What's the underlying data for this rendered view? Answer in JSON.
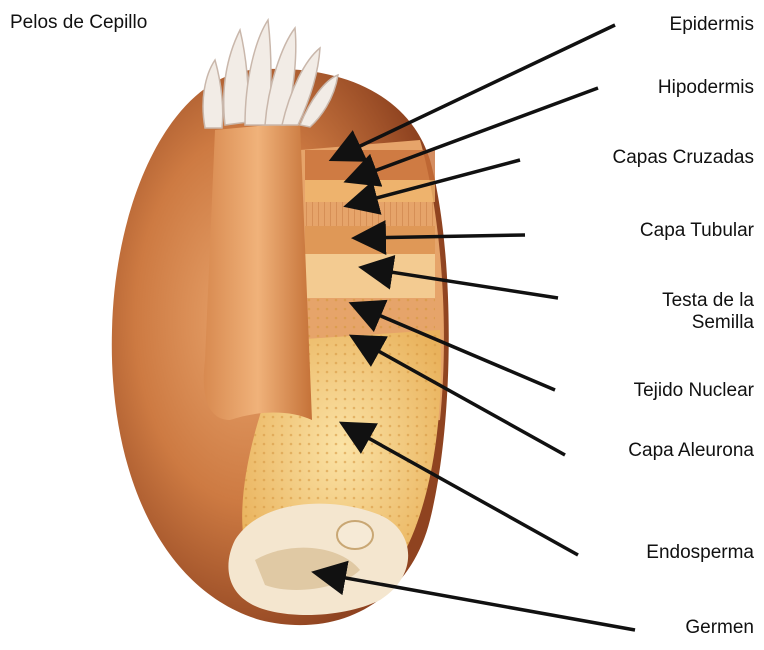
{
  "diagram": {
    "top_partial_title": "",
    "labels": {
      "pelos": "Pelos de Cepillo",
      "epidermis": "Epidermis",
      "hipodermis": "Hipodermis",
      "capas_cruzadas": "Capas Cruzadas",
      "capa_tubular": "Capa Tubular",
      "testa_line1": "Testa de la",
      "testa_line2": "Semilla",
      "tejido_nuclear": "Tejido Nuclear",
      "capa_aleurona": "Capa Aleurona",
      "endosperma": "Endosperma",
      "germen": "Germen"
    },
    "colors": {
      "grain_dark": "#a8562a",
      "grain_mid": "#cd7a42",
      "grain_light": "#e9a56d",
      "endosperm": "#f3c87a",
      "hairs": "#f2ece6",
      "arrow": "#111111"
    }
  }
}
